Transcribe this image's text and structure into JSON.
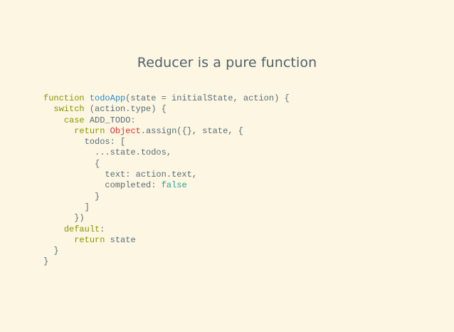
{
  "slide": {
    "title": "Reducer is a pure function"
  },
  "code": {
    "colors": {
      "background": "#fdf6e3",
      "plain": "#586e75",
      "keyword": "#859900",
      "function_name": "#268bd2",
      "builtin": "#dc322f",
      "literal": "#2aa198",
      "title": "#4f626a"
    },
    "lines": [
      [
        {
          "t": "function",
          "k": "keyword"
        },
        {
          "t": " ",
          "k": "plain"
        },
        {
          "t": "todoApp",
          "k": "funcname"
        },
        {
          "t": "(state = initialState, action) {",
          "k": "plain"
        }
      ],
      [
        {
          "t": "  ",
          "k": "plain"
        },
        {
          "t": "switch",
          "k": "keyword"
        },
        {
          "t": " (action.type) {",
          "k": "plain"
        }
      ],
      [
        {
          "t": "    ",
          "k": "plain"
        },
        {
          "t": "case",
          "k": "keyword"
        },
        {
          "t": " ADD_TODO:",
          "k": "plain"
        }
      ],
      [
        {
          "t": "      ",
          "k": "plain"
        },
        {
          "t": "return",
          "k": "keyword"
        },
        {
          "t": " ",
          "k": "plain"
        },
        {
          "t": "Object",
          "k": "builtin"
        },
        {
          "t": ".assign({}, state, {",
          "k": "plain"
        }
      ],
      [
        {
          "t": "        todos: [",
          "k": "plain"
        }
      ],
      [
        {
          "t": "          ...state.todos,",
          "k": "plain"
        }
      ],
      [
        {
          "t": "          {",
          "k": "plain"
        }
      ],
      [
        {
          "t": "            text: action.text,",
          "k": "plain"
        }
      ],
      [
        {
          "t": "            completed: ",
          "k": "plain"
        },
        {
          "t": "false",
          "k": "literal"
        }
      ],
      [
        {
          "t": "          }",
          "k": "plain"
        }
      ],
      [
        {
          "t": "        ]",
          "k": "plain"
        }
      ],
      [
        {
          "t": "      })",
          "k": "plain"
        }
      ],
      [
        {
          "t": "    ",
          "k": "plain"
        },
        {
          "t": "default",
          "k": "keyword"
        },
        {
          "t": ":",
          "k": "plain"
        }
      ],
      [
        {
          "t": "      ",
          "k": "plain"
        },
        {
          "t": "return",
          "k": "keyword"
        },
        {
          "t": " state",
          "k": "plain"
        }
      ],
      [
        {
          "t": "  }",
          "k": "plain"
        }
      ],
      [
        {
          "t": "}",
          "k": "plain"
        }
      ]
    ]
  }
}
